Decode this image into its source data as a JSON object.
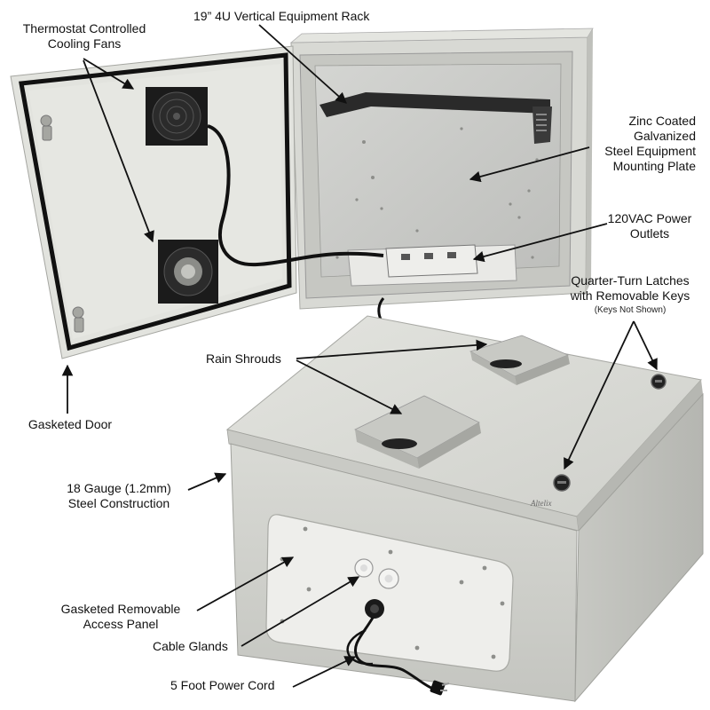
{
  "labels": {
    "fans_line1": "Thermostat Controlled",
    "fans_line2": "Cooling Fans",
    "rack": "19” 4U Vertical Equipment Rack",
    "plate_line1": "Zinc Coated",
    "plate_line2": "Galvanized",
    "plate_line3": "Steel Equipment",
    "plate_line4": "Mounting Plate",
    "outlets_line1": "120VAC Power",
    "outlets_line2": "Outlets",
    "latches_line1": "Quarter-Turn Latches",
    "latches_line2": "with Removable Keys",
    "latches_note": "(Keys Not Shown)",
    "shrouds": "Rain Shrouds",
    "door": "Gasketed Door",
    "steel_line1": "18 Gauge (1.2mm)",
    "steel_line2": "Steel Construction",
    "panel_line1": "Gasketed Removable",
    "panel_line2": "Access Panel",
    "glands": "Cable Glands",
    "cord": "5 Foot Power Cord"
  },
  "brand_mark": "Altelix",
  "colors": {
    "enclosure": "#d6d7d2",
    "enclosure_shadow": "#b9bab5",
    "interior_plate": "#c9cac6",
    "gasket": "#1a1a1a",
    "label_text": "#111111"
  }
}
